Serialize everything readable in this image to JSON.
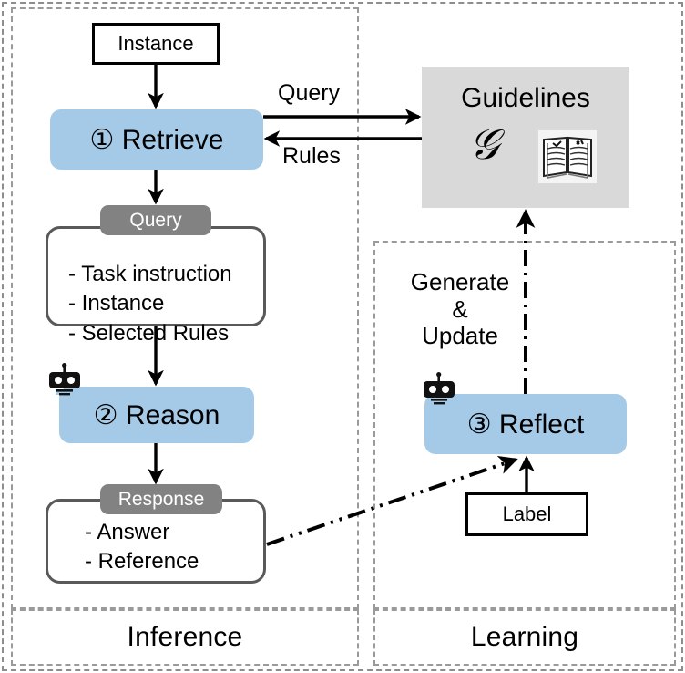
{
  "diagram": {
    "title": "Guideline-based Retrieve-Reason-Reflect framework",
    "colors": {
      "node_blue": "#a5cae7",
      "tab_gray": "#828282",
      "guidelines_gray": "#d9d9d9",
      "dashed_border": "#9a9a9a",
      "stroke_black": "#000000",
      "panel_border": "#595959"
    },
    "sections": {
      "inference_label": "Inference",
      "learning_label": "Learning"
    },
    "nodes": {
      "instance": "Instance",
      "retrieve": "① Retrieve",
      "reason": "② Reason",
      "reflect": "③ Reflect",
      "label_box": "Label",
      "guidelines_title": "Guidelines",
      "guidelines_symbol": "𝒢"
    },
    "panels": {
      "query": {
        "tab": "Query",
        "items": [
          "- Task instruction",
          "- Instance",
          "- Selected Rules"
        ]
      },
      "response": {
        "tab": "Response",
        "items": [
          "- Answer",
          "- Reference"
        ]
      }
    },
    "edges": {
      "query_label": "Query",
      "rules_label": "Rules",
      "generate_update_label": "Generate\n&\nUpdate"
    },
    "icons": {
      "robot_reason": "robot-icon",
      "robot_reflect": "robot-icon",
      "book": "open-book-icon"
    }
  }
}
